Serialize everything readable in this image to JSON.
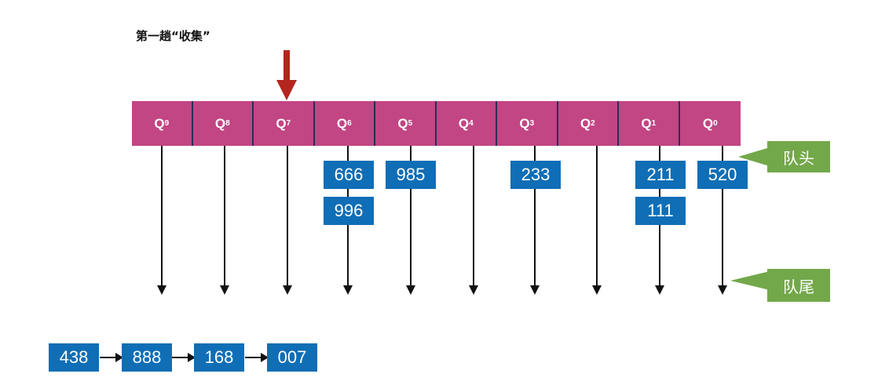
{
  "title": "第一趟“收集”",
  "queues": [
    {
      "q": "Q",
      "sub": "9"
    },
    {
      "q": "Q",
      "sub": "8"
    },
    {
      "q": "Q",
      "sub": "7"
    },
    {
      "q": "Q",
      "sub": "6"
    },
    {
      "q": "Q",
      "sub": "5"
    },
    {
      "q": "Q",
      "sub": "4"
    },
    {
      "q": "Q",
      "sub": "3"
    },
    {
      "q": "Q",
      "sub": "2"
    },
    {
      "q": "Q",
      "sub": "1"
    },
    {
      "q": "Q",
      "sub": "0"
    }
  ],
  "buckets": {
    "q6": [
      "666",
      "996"
    ],
    "q5": [
      "985"
    ],
    "q3": [
      "233"
    ],
    "q1": [
      "211",
      "111"
    ],
    "q0": [
      "520"
    ]
  },
  "labels": {
    "head": "队头",
    "tail": "队尾"
  },
  "collected": [
    "438",
    "888",
    "168",
    "007"
  ],
  "colors": {
    "queue": "#c24584",
    "number": "#0f6eb6",
    "tag": "#73a84a",
    "pointer": "#b3261e"
  }
}
